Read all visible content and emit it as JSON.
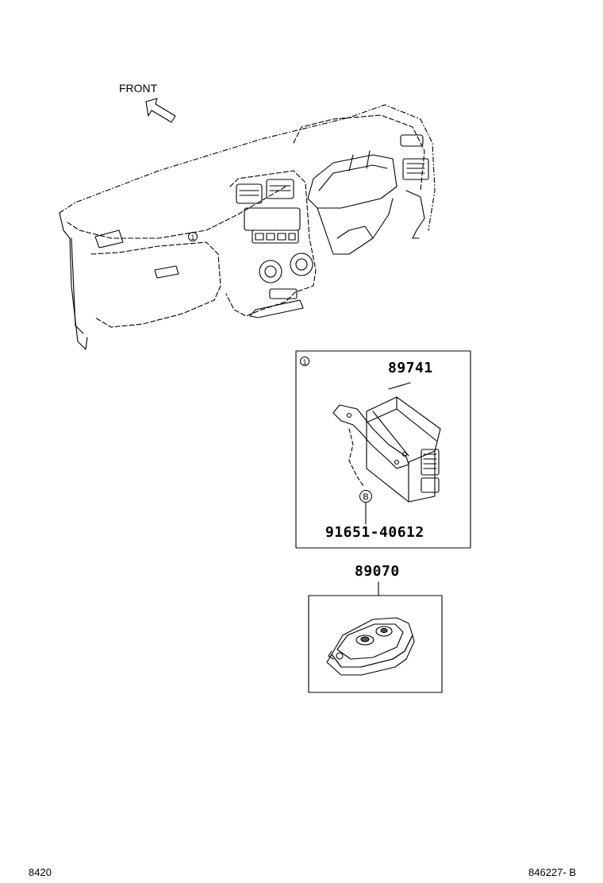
{
  "header": {
    "front_label": "FRONT"
  },
  "ref_marker": "1",
  "parts": {
    "module": {
      "number": "89741"
    },
    "bolt": {
      "number": "91651-40612",
      "tag": "B"
    },
    "transmitter": {
      "number": "89070"
    }
  },
  "footer": {
    "page_left": "8420",
    "page_right": "846227- B"
  }
}
